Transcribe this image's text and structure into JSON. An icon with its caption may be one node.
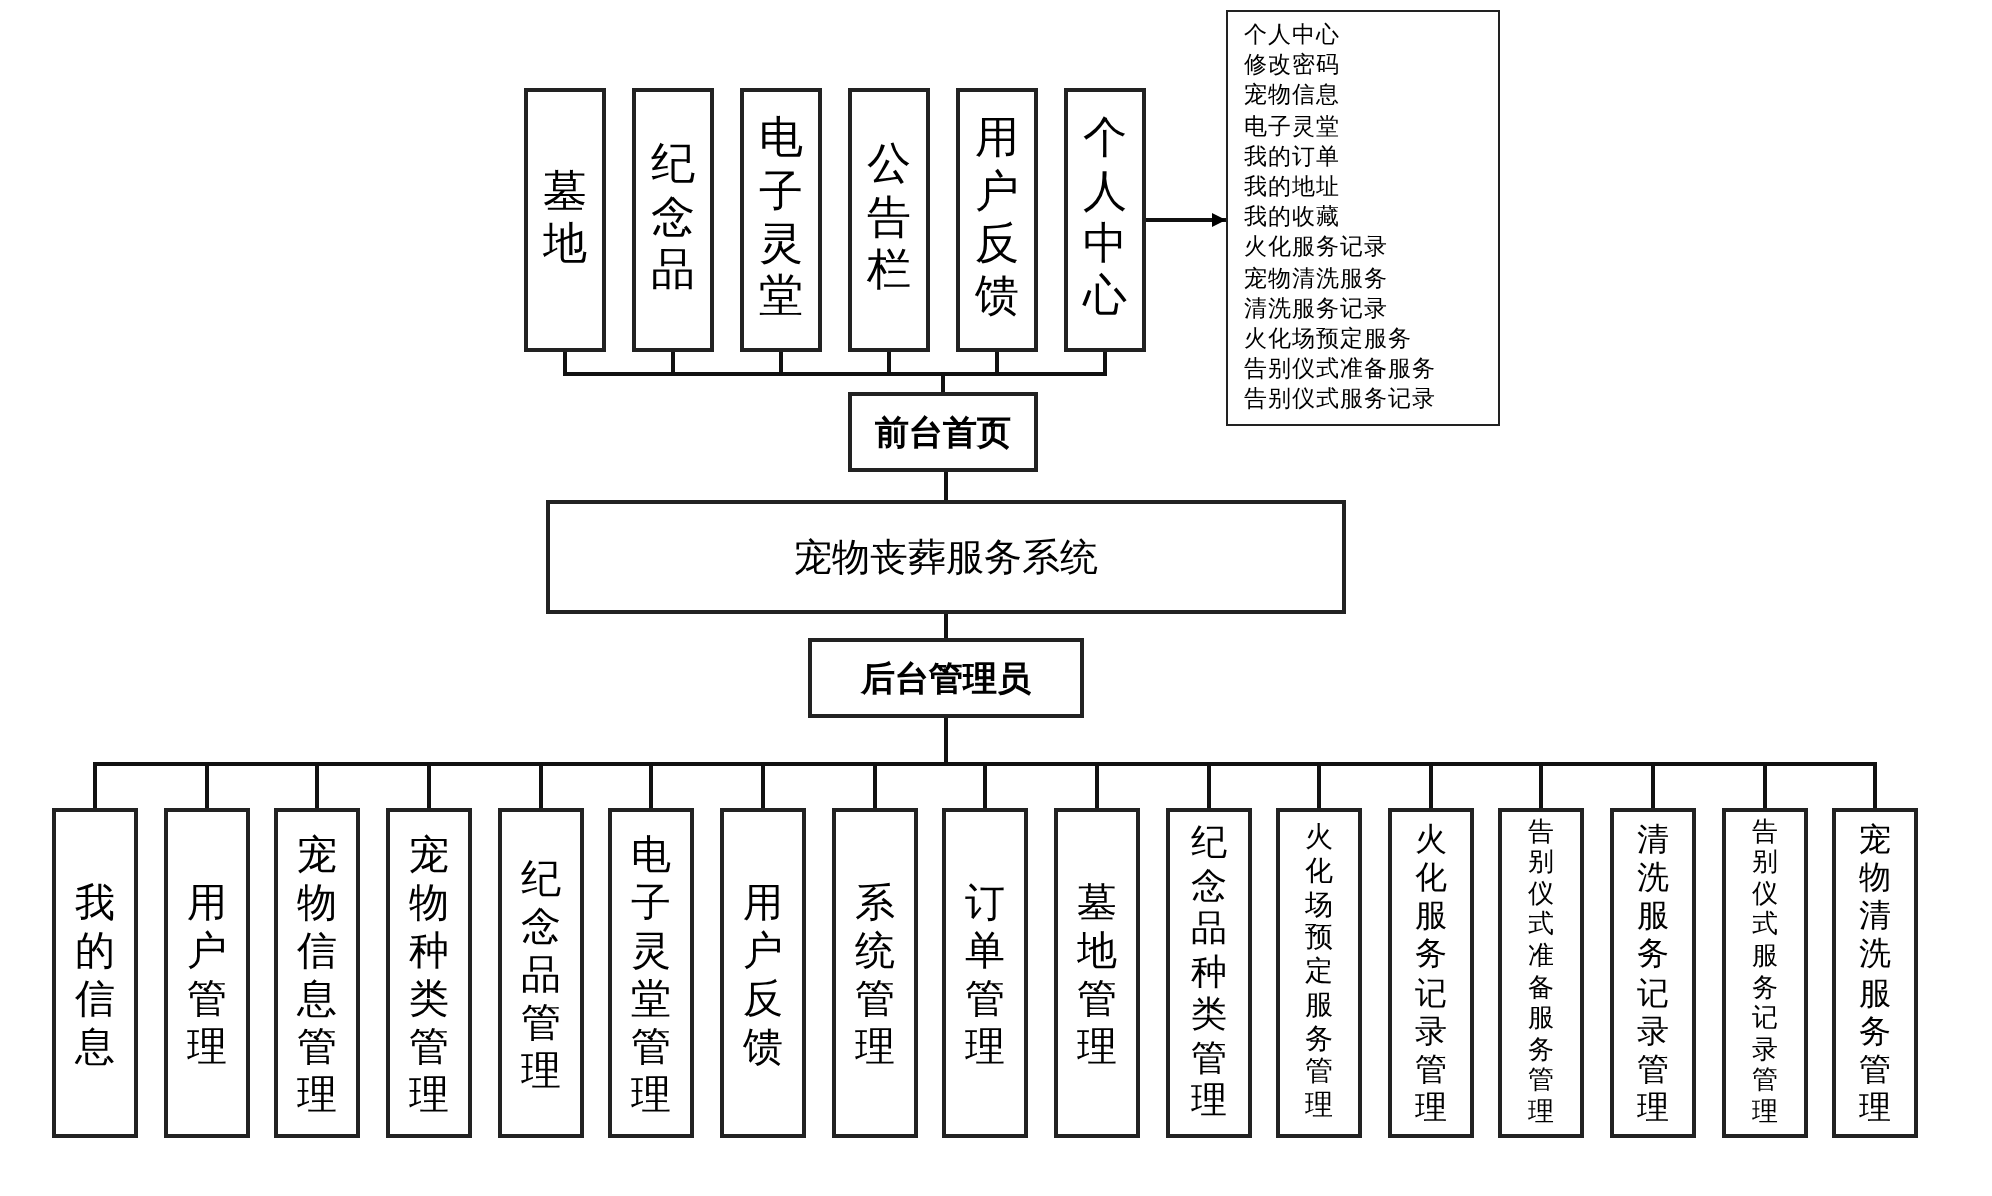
{
  "diagram": {
    "nodes": [
      {
        "text": [
          "墓地"
        ]
      },
      {
        "text": [
          "纪念品"
        ]
      },
      {
        "text": [
          "电子灵堂"
        ]
      },
      {
        "text": [
          "公告栏"
        ]
      },
      {
        "text": [
          "用户反馈"
        ]
      },
      {
        "text": [
          "个人中心"
        ]
      },
      {
        "text": [
          "个人中心",
          "修改密码",
          "宠物信息",
          "电子灵堂",
          "我的订单",
          "我的地址",
          "我的收藏",
          "火化服务记录",
          "宠物清洗服务",
          "清洗服务记录",
          "火化场预定服务",
          "告别仪式准备服务",
          "告别仪式服务记录"
        ]
      },
      {
        "text": [
          "前台首页"
        ]
      },
      {
        "text": [
          "宠物丧葬服务系统"
        ]
      },
      {
        "text": [
          "后台管理员"
        ]
      },
      {
        "text": [
          "我的信息"
        ]
      },
      {
        "text": [
          "用户管理"
        ]
      },
      {
        "text": [
          "宠物信息管理"
        ]
      },
      {
        "text": [
          "宠物种类管理"
        ]
      },
      {
        "text": [
          "纪念品管理"
        ]
      },
      {
        "text": [
          "电子灵堂管理"
        ]
      },
      {
        "text": [
          "用户反馈"
        ]
      },
      {
        "text": [
          "系统管理"
        ]
      },
      {
        "text": [
          "订单管理"
        ]
      },
      {
        "text": [
          "墓地管理"
        ]
      },
      {
        "text": [
          "纪念品种类管理"
        ]
      },
      {
        "text": [
          "火化场预定服务管理"
        ]
      },
      {
        "text": [
          "火化服务记录管理"
        ]
      },
      {
        "text": [
          "告别仪式准备服务管理"
        ]
      },
      {
        "text": [
          "清洗服务记录管理"
        ]
      },
      {
        "text": [
          "告别仪式服务记录管理"
        ]
      },
      {
        "text": [
          "宠物清洗服务管理"
        ]
      }
    ],
    "edges": [
      {
        "from": 0,
        "to": 7,
        "arrow": "none"
      },
      {
        "from": 1,
        "to": 7,
        "arrow": "none"
      },
      {
        "from": 2,
        "to": 7,
        "arrow": "none"
      },
      {
        "from": 3,
        "to": 7,
        "arrow": "none"
      },
      {
        "from": 4,
        "to": 7,
        "arrow": "none"
      },
      {
        "from": 5,
        "to": 7,
        "arrow": "none"
      },
      {
        "from": 5,
        "to": 6,
        "arrow": "to"
      },
      {
        "from": 7,
        "to": 8,
        "arrow": "none"
      },
      {
        "from": 8,
        "to": 9,
        "arrow": "none"
      },
      {
        "from": 9,
        "to": 10,
        "arrow": "none"
      },
      {
        "from": 9,
        "to": 11,
        "arrow": "none"
      },
      {
        "from": 9,
        "to": 12,
        "arrow": "none"
      },
      {
        "from": 9,
        "to": 13,
        "arrow": "none"
      },
      {
        "from": 9,
        "to": 14,
        "arrow": "none"
      },
      {
        "from": 9,
        "to": 15,
        "arrow": "none"
      },
      {
        "from": 9,
        "to": 16,
        "arrow": "none"
      },
      {
        "from": 9,
        "to": 17,
        "arrow": "none"
      },
      {
        "from": 9,
        "to": 18,
        "arrow": "none"
      },
      {
        "from": 9,
        "to": 19,
        "arrow": "none"
      },
      {
        "from": 9,
        "to": 20,
        "arrow": "none"
      },
      {
        "from": 9,
        "to": 21,
        "arrow": "none"
      },
      {
        "from": 9,
        "to": 22,
        "arrow": "none"
      },
      {
        "from": 9,
        "to": 23,
        "arrow": "none"
      },
      {
        "from": 9,
        "to": 24,
        "arrow": "none"
      },
      {
        "from": 9,
        "to": 25,
        "arrow": "none"
      },
      {
        "from": 9,
        "to": 26,
        "arrow": "none"
      }
    ]
  }
}
